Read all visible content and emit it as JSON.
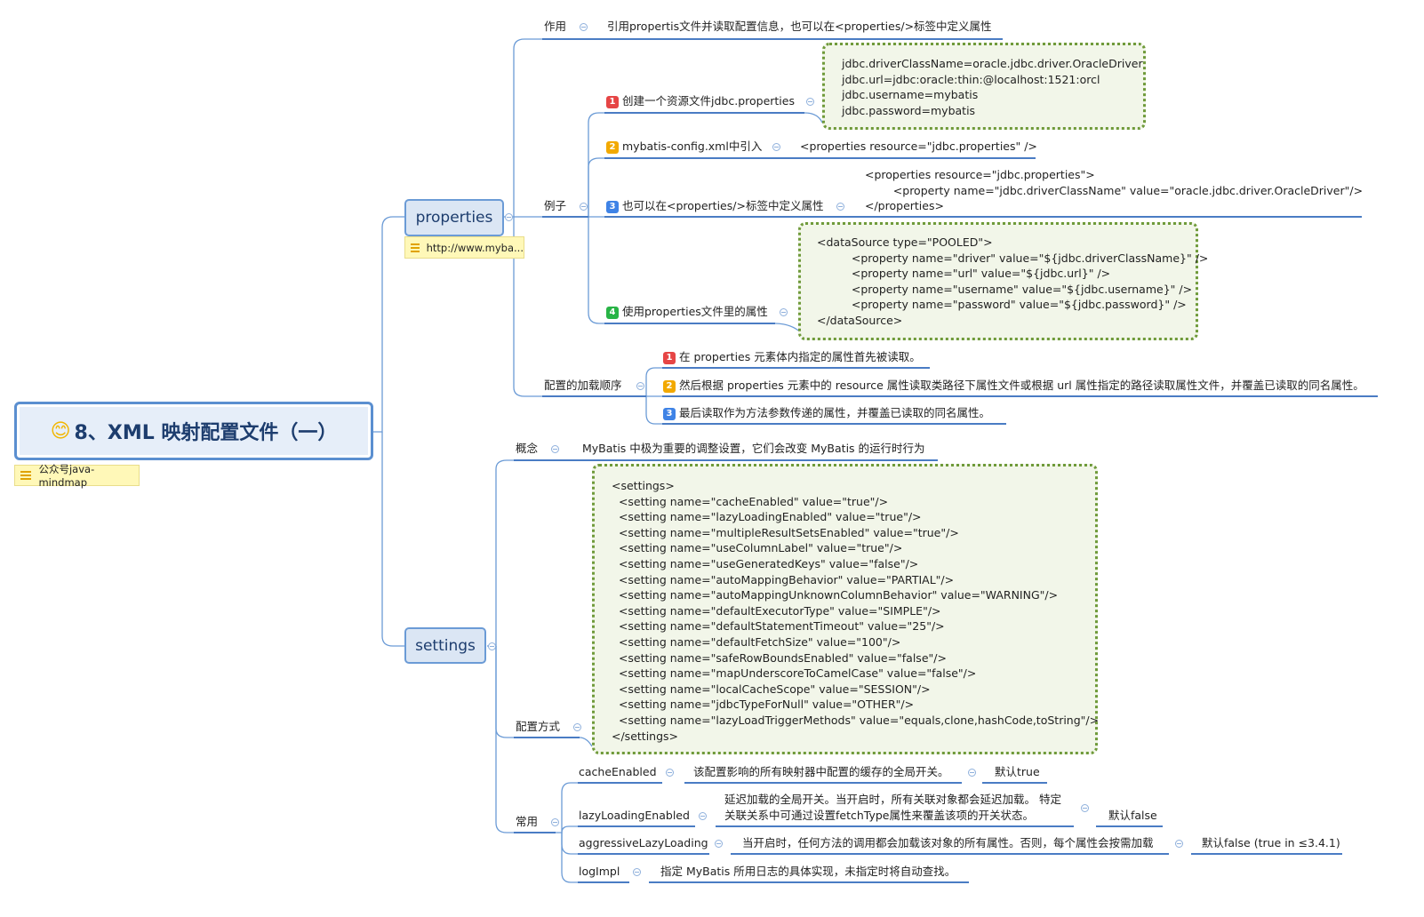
{
  "root": {
    "emoji": "😊",
    "title": "8、XML 映射配置文件（一）",
    "note": "公众号java-mindmap"
  },
  "properties": {
    "label": "properties",
    "note": "http://www.myba...",
    "role": {
      "label": "作用",
      "text": "引用propertis文件并读取配置信息，也可以在<properties/>标签中定义属性"
    },
    "example": {
      "label": "例子",
      "steps": [
        {
          "num": "1",
          "label": "创建一个资源文件jdbc.properties",
          "code": [
            "jdbc.driverClassName=oracle.jdbc.driver.OracleDriver",
            "jdbc.url=jdbc:oracle:thin:@localhost:1521:orcl",
            "jdbc.username=mybatis",
            "jdbc.password=mybatis"
          ]
        },
        {
          "num": "2",
          "label": "mybatis-config.xml中引入",
          "code": [
            "<properties resource=\"jdbc.properties\" />"
          ]
        },
        {
          "num": "3",
          "label": "也可以在<properties/>标签中定义属性",
          "code": [
            "<properties resource=\"jdbc.properties\">",
            "        <property name=\"jdbc.driverClassName\" value=\"oracle.jdbc.driver.OracleDriver\"/>",
            "</properties>"
          ]
        },
        {
          "num": "4",
          "label": "使用properties文件里的属性",
          "code": [
            "<dataSource type=\"POOLED\">",
            "    <property name=\"driver\" value=\"${jdbc.driverClassName}\" />",
            "    <property name=\"url\" value=\"${jdbc.url}\" />",
            "    <property name=\"username\" value=\"${jdbc.username}\" />",
            "    <property name=\"password\" value=\"${jdbc.password}\" />",
            "</dataSource>"
          ]
        }
      ]
    },
    "load_order": {
      "label": "配置的加载顺序",
      "items": [
        {
          "num": "1",
          "text": "在 properties 元素体内指定的属性首先被读取。"
        },
        {
          "num": "2",
          "text": "然后根据 properties 元素中的 resource 属性读取类路径下属性文件或根据 url 属性指定的路径读取属性文件，并覆盖已读取的同名属性。"
        },
        {
          "num": "3",
          "text": "最后读取作为方法参数传递的属性，并覆盖已读取的同名属性。"
        }
      ]
    }
  },
  "settings": {
    "label": "settings",
    "concept": {
      "label": "概念",
      "text": "MyBatis 中极为重要的调整设置，它们会改变 MyBatis 的运行时行为"
    },
    "config": {
      "label": "配置方式",
      "code": [
        "<settings>",
        "  <setting name=\"cacheEnabled\" value=\"true\"/>",
        "  <setting name=\"lazyLoadingEnabled\" value=\"true\"/>",
        "  <setting name=\"multipleResultSetsEnabled\" value=\"true\"/>",
        "  <setting name=\"useColumnLabel\" value=\"true\"/>",
        "  <setting name=\"useGeneratedKeys\" value=\"false\"/>",
        "  <setting name=\"autoMappingBehavior\" value=\"PARTIAL\"/>",
        "  <setting name=\"autoMappingUnknownColumnBehavior\" value=\"WARNING\"/>",
        "  <setting name=\"defaultExecutorType\" value=\"SIMPLE\"/>",
        "  <setting name=\"defaultStatementTimeout\" value=\"25\"/>",
        "  <setting name=\"defaultFetchSize\" value=\"100\"/>",
        "  <setting name=\"safeRowBoundsEnabled\" value=\"false\"/>",
        "  <setting name=\"mapUnderscoreToCamelCase\" value=\"false\"/>",
        "  <setting name=\"localCacheScope\" value=\"SESSION\"/>",
        "  <setting name=\"jdbcTypeForNull\" value=\"OTHER\"/>",
        "  <setting name=\"lazyLoadTriggerMethods\" value=\"equals,clone,hashCode,toString\"/>",
        "</settings>"
      ]
    },
    "common": {
      "label": "常用",
      "items": [
        {
          "name": "cacheEnabled",
          "desc": [
            "该配置影响的所有映射器中配置的缓存的全局开关。"
          ],
          "default": "默认true"
        },
        {
          "name": "lazyLoadingEnabled",
          "desc": [
            "延迟加载的全局开关。当开启时，所有关联对象都会延迟加载。 特定",
            "关联关系中可通过设置fetchType属性来覆盖该项的开关状态。"
          ],
          "default": "默认false"
        },
        {
          "name": "aggressiveLazyLoading",
          "desc": [
            "当开启时，任何方法的调用都会加载该对象的所有属性。否则，每个属性会按需加载"
          ],
          "default": "默认false (true in ≤3.4.1)"
        },
        {
          "name": "logImpl",
          "desc": [
            "指定 MyBatis 所用日志的具体实现，未指定时将自动查找。"
          ],
          "default": ""
        }
      ]
    }
  },
  "colors": {
    "line": "#6b9bd6",
    "underline": "#4a7cc4",
    "box_border": "#6f9a3a",
    "root_border": "#5b8fd0"
  }
}
